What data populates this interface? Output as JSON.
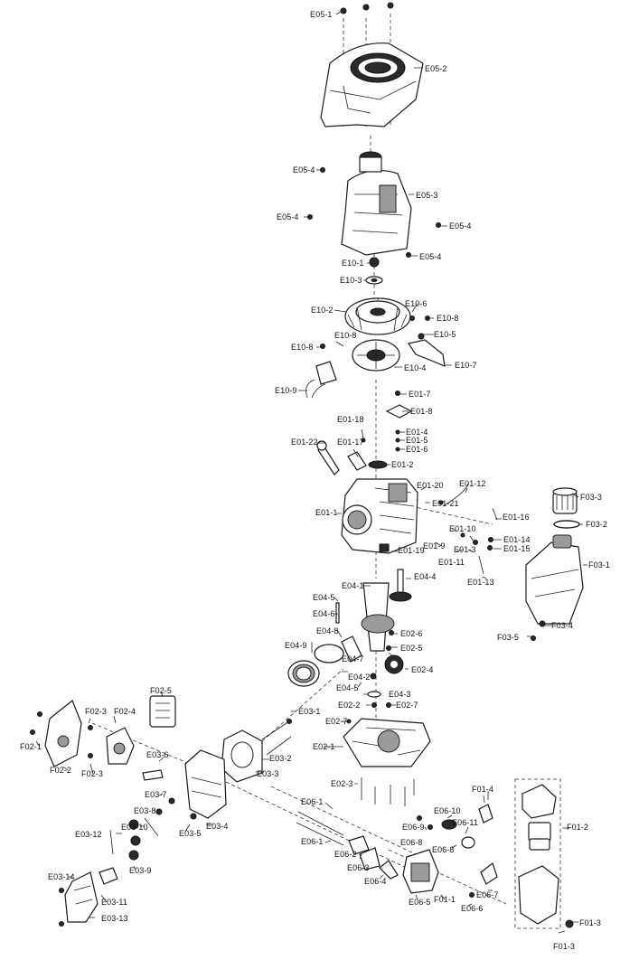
{
  "diagram": {
    "labels": {
      "E05_1": "E05-1",
      "E05_2": "E05-2",
      "E05_3": "E05-3",
      "E05_4a": "E05-4",
      "E05_4b": "E05-4",
      "E05_4c": "E05-4",
      "E05_4d": "E05-4",
      "E10_1": "E10-1",
      "E10_2": "E10-2",
      "E10_3": "E10-3",
      "E10_4": "E10-4",
      "E10_5": "E10-5",
      "E10_6": "E10-6",
      "E10_7": "E10-7",
      "E10_8a": "E10-8",
      "E10_8b": "E10-8",
      "E10_8c": "E10-8",
      "E10_9": "E10-9",
      "E01_1": "E01-1",
      "E01_2": "E01-2",
      "E01_3": "E01-3",
      "E01_4": "E01-4",
      "E01_5": "E01-5",
      "E01_6": "E01-6",
      "E01_7": "E01-7",
      "E01_8": "E01-8",
      "E01_9": "E01-9",
      "E01_10": "E01-10",
      "E01_11": "E01-11",
      "E01_12": "E01-12",
      "E01_13": "E01-13",
      "E01_14": "E01-14",
      "E01_15": "E01-15",
      "E01_16": "E01-16",
      "E01_17": "E01-17",
      "E01_18": "E01-18",
      "E01_19": "E01-19",
      "E01_20": "E01-20",
      "E01_21": "E01-21",
      "E01_22": "E01-22",
      "E04_1": "E04-1",
      "E04_2": "E04-2",
      "E04_3": "E04-3",
      "E04_4": "E04-4",
      "E04_5a": "E04-5",
      "E04_5b": "E04-5",
      "E04_6": "E04-6",
      "E04_7": "E04-7",
      "E04_8": "E04-8",
      "E04_9": "E04-9",
      "E02_1": "E02-1",
      "E02_2": "E02-2",
      "E02_3": "E02-3",
      "E02_4": "E02-4",
      "E02_5": "E02-5",
      "E02_6": "E02-6",
      "E02_7a": "E02-7",
      "E02_7b": "E02-7",
      "E03_1": "E03-1",
      "E03_2": "E03-2",
      "E03_3": "E03-3",
      "E03_4": "E03-4",
      "E03_5": "E03-5",
      "E03_6": "E03-6",
      "E03_7": "E03-7",
      "E03_8": "E03-8",
      "E03_9": "E03-9",
      "E03_10": "E03-10",
      "E03_11": "E03-11",
      "E03_12": "E03-12",
      "E03_13": "E03-13",
      "E03_14": "E03-14",
      "F02_1": "F02-1",
      "F02_2": "F02-2",
      "F02_3a": "F02-3",
      "F02_3b": "F02-3",
      "F02_4": "F02-4",
      "F02_5": "F02-5",
      "E06_1a": "E06-1",
      "E06_1b": "E06-1",
      "E06_2": "E06-2",
      "E06_3": "E06-3",
      "E06_4": "E06-4",
      "E06_5": "E06-5",
      "E06_6": "E06-6",
      "E06_7": "E06-7",
      "E06_8": "E06-8",
      "E06_9": "E06-9",
      "E06_10": "E06-10",
      "E06_11": "E06-11",
      "F01_1": "F01-1",
      "F01_2": "F01-2",
      "F01_3a": "F01-3",
      "F01_3b": "F01-3",
      "F01_4": "F01-4",
      "F03_1": "F03-1",
      "F03_2": "F03-2",
      "F03_3": "F03-3",
      "F03_4": "F03-4",
      "F03_5": "F03-5"
    }
  }
}
